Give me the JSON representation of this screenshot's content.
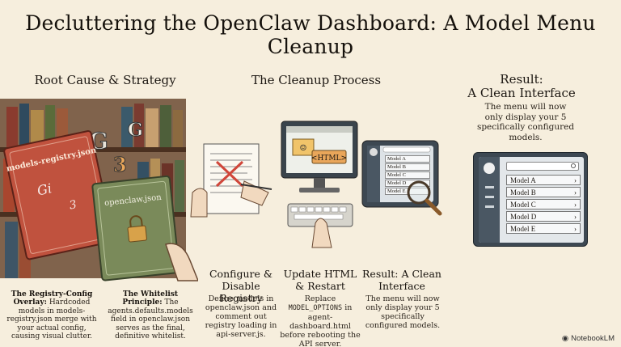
{
  "page": {
    "title": "Decluttering the OpenClaw Dashboard: A Model Menu Cleanup"
  },
  "left": {
    "heading": "Root Cause & Strategy",
    "book_red_label": "models-registry.json",
    "book_green_label": "openclaw.json",
    "overlay_title": "The Registry-Config Overlay:",
    "overlay_body": "Hardcoded models in models-registry.json merge with your actual config, causing visual clutter.",
    "whitelist_title": "The Whitelist Principle:",
    "whitelist_body": "The agents.defaults.models field in openclaw.json serves as the final, definitive whitelist."
  },
  "middle": {
    "heading": "The Cleanup Process",
    "step1_title": "Configure & Disable Registry",
    "step1_body": "Define models in openclaw.json and comment out registry loading in api-server.js.",
    "step2_title": "Update HTML & Restart",
    "step2_body_pre": "Replace",
    "step2_code": "MODEL_OPTIONS",
    "step2_body_post": "in agent-dashboard.html before rebooting the API server.",
    "monitor_tag": "<HTML>",
    "step3_title": "Result: A Clean Interface",
    "step3_body": "The menu will now only display your 5 specifically configured models.",
    "small_menu": [
      "Model A",
      "Model B",
      "Model C",
      "Model D",
      "Model E"
    ]
  },
  "right": {
    "heading_line1": "Result:",
    "heading_line2": "A Clean Interface",
    "body": "The menu will now only display your 5 specifically configured models.",
    "menu": [
      "Model A",
      "Model B",
      "Model C",
      "Model D",
      "Model E"
    ]
  },
  "brand": {
    "label": "NotebookLM"
  },
  "colors": {
    "background": "#f6eedd",
    "book_red": "#c0523e",
    "book_green": "#7a8a5a",
    "tablet_frame": "#3d4852",
    "accent_orange": "#e9a65a"
  }
}
